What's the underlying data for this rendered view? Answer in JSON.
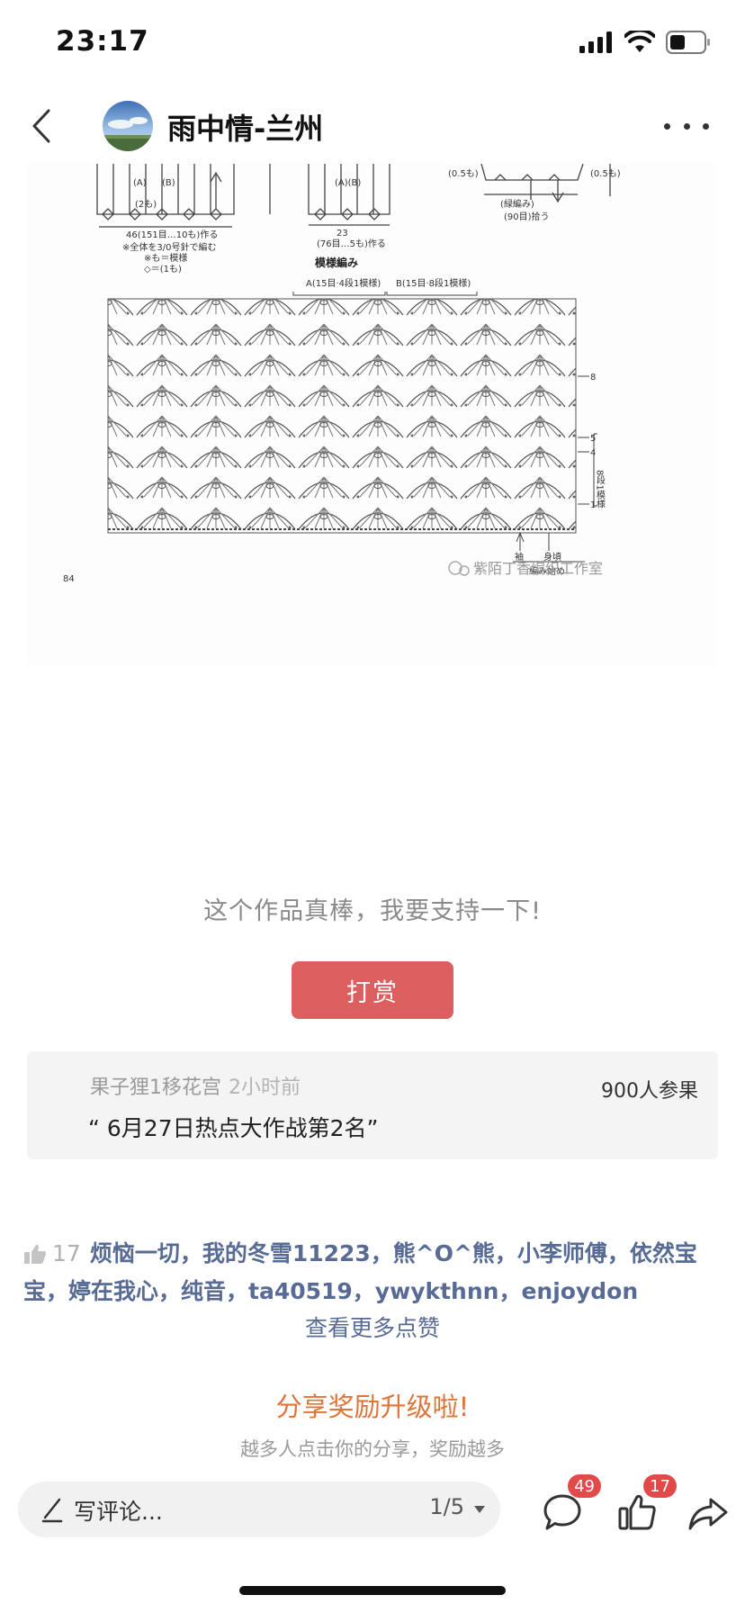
{
  "status_bar": {
    "time": "23:17"
  },
  "nav": {
    "title": "雨中情-兰州"
  },
  "pattern": {
    "heading": "模様編み",
    "label_a": "A(15目·4段1模様)",
    "label_b": "B(15目·8段1模様)",
    "note_1": "46(151目…10も)作る",
    "note_2": "※全体を3/0号針で編む",
    "note_3": "※も＝模様",
    "note_4": "◇＝(1も)",
    "note_5": "23",
    "note_6": "(76目…5も)作る",
    "note_7": "(緑編み)",
    "note_8": "(90目)拾う",
    "label_ab1": "(A)",
    "label_ab2": "(B)",
    "label_ab3": "(A)(B)",
    "label_2mo": "(2も)",
    "side_1": "(0.5も)",
    "side_2": "(0.5も)",
    "rows_side": "8段1模様",
    "row_8": "8",
    "row_5": "5",
    "row_4": "4",
    "row_1": "1",
    "bottom_1": "袖",
    "bottom_2": "身頃",
    "bottom_3": "編み始め",
    "page_number": "84",
    "watermark": "紫陌丁香编织工作室"
  },
  "reward": {
    "text": "这个作品真棒，我要支持一下!",
    "button_label": "打赏"
  },
  "recommend": {
    "author": "果子狸1移花宫",
    "time": "2小时前",
    "title": "“ 6月27日热点大作战第2名”",
    "count": "900人参果"
  },
  "likes": {
    "count": "17",
    "names": "烦恼一切，我的冬雪11223，熊^O^熊，小李师傅，依然宝宝，婷在我心，纯音，ta40519，ywykthnn，enjoydon",
    "more_label": "查看更多点赞"
  },
  "share": {
    "title": "分享奖励升级啦!",
    "subtitle": "越多人点击你的分享，奖励越多"
  },
  "bottom_bar": {
    "placeholder": "写评论...",
    "page": "1/5",
    "comment_count": "49",
    "like_count": "17"
  }
}
